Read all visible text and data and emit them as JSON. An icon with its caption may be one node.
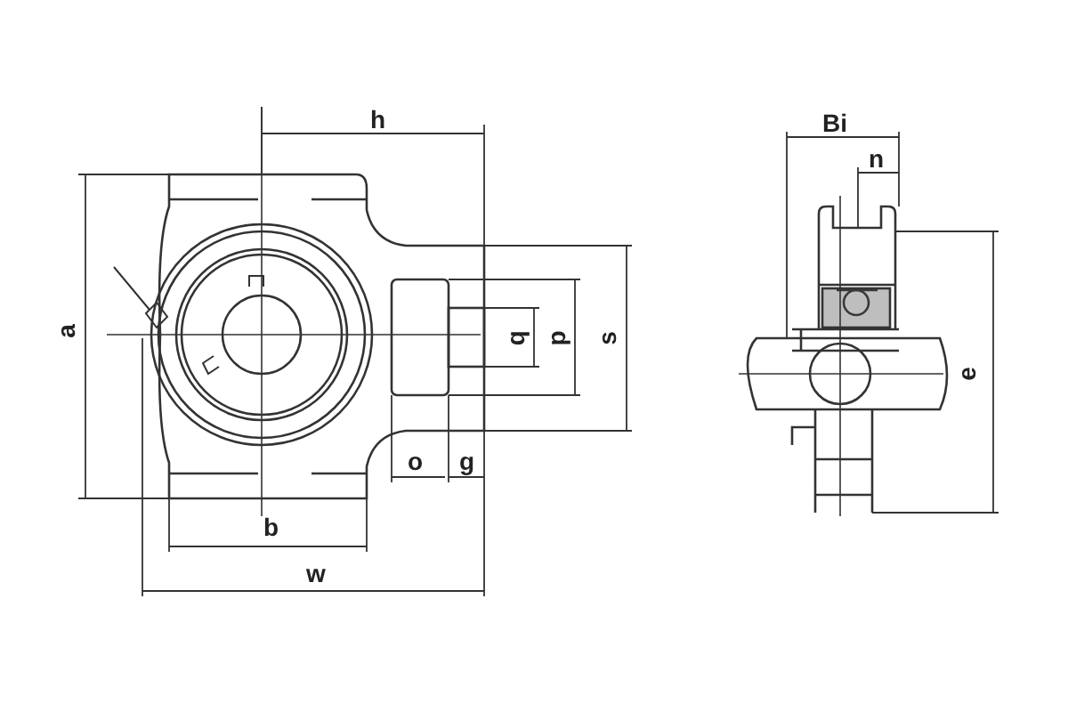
{
  "diagram": {
    "labels": [
      "h",
      "a",
      "q",
      "p",
      "s",
      "o",
      "g",
      "b",
      "w",
      "Bi",
      "n",
      "e"
    ]
  }
}
